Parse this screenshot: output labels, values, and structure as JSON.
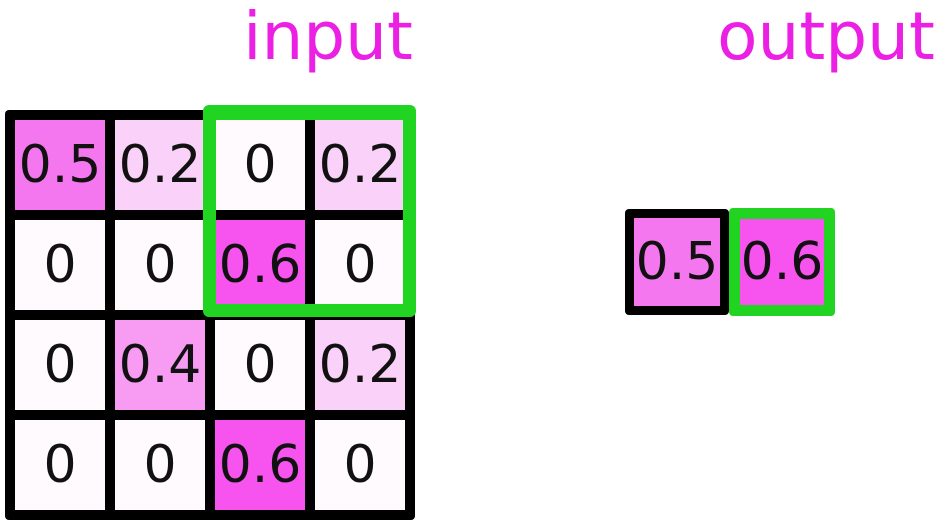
{
  "figure": {
    "input_title": "input",
    "output_title": "output"
  },
  "colors": {
    "title_text": "#EC1FE4",
    "cell_text": "#111111",
    "grid_border": "#000000",
    "highlight_border": "#22D422",
    "value_fill": {
      "0": "#FEFAFE",
      "0.2": "#FAD1F8",
      "0.4": "#F89BF3",
      "0.5": "#F577EF",
      "0.6": "#F653EF"
    }
  },
  "input_grid": {
    "rows": [
      [
        "0.5",
        "0.2",
        "0",
        "0.2"
      ],
      [
        "0",
        "0",
        "0.6",
        "0"
      ],
      [
        "0",
        "0.4",
        "0",
        "0.2"
      ],
      [
        "0",
        "0",
        "0.6",
        "0"
      ]
    ],
    "highlight_window": {
      "row_start": 1,
      "row_end": 2,
      "col_start": 3,
      "col_end": 4
    }
  },
  "output": {
    "cells": [
      {
        "value": "0.5",
        "highlighted": false
      },
      {
        "value": "0.6",
        "highlighted": true
      }
    ]
  }
}
